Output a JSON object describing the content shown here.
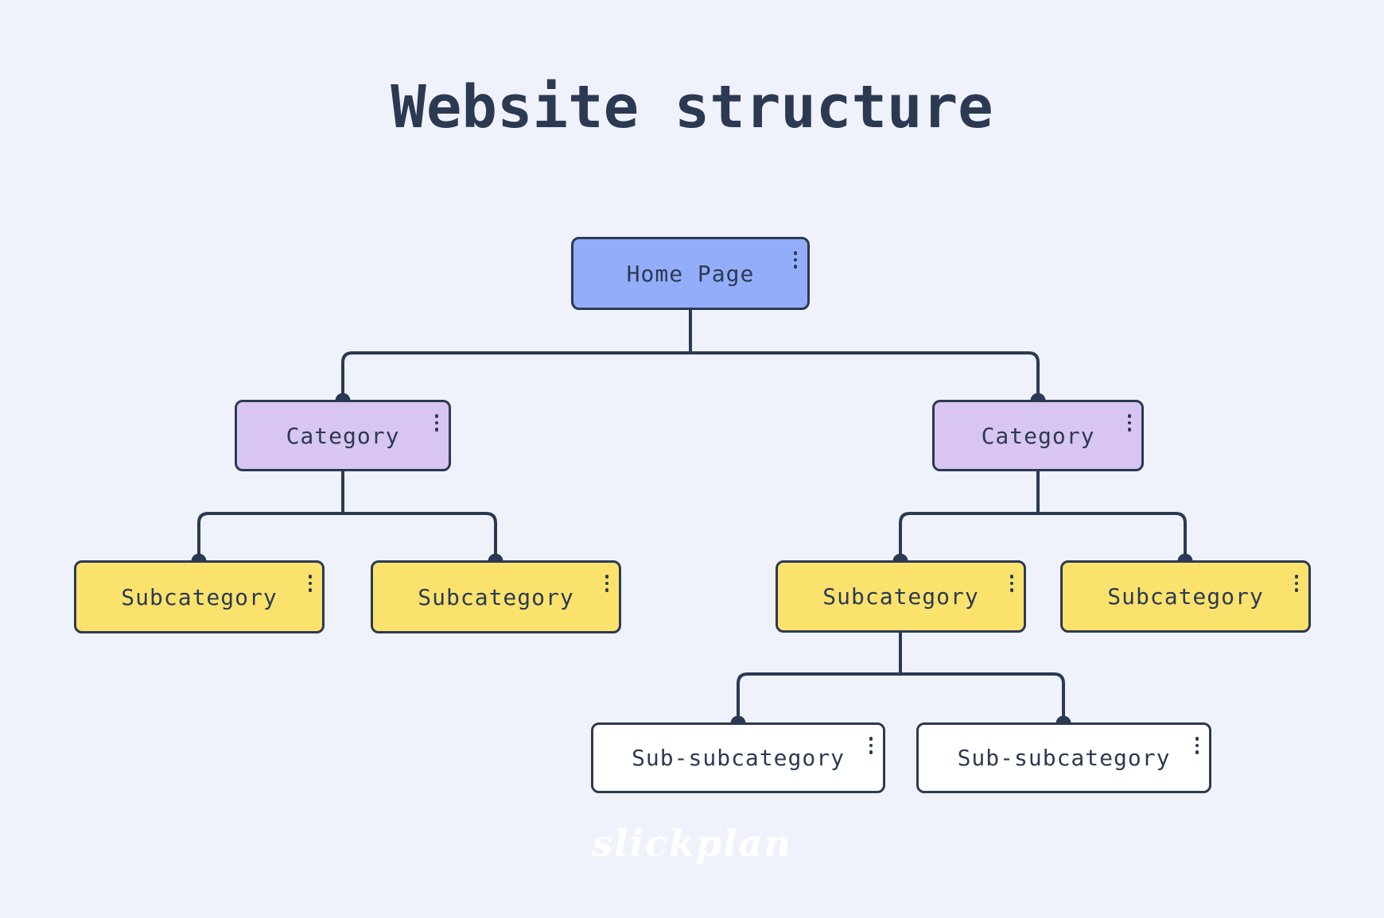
{
  "title": "Website structure",
  "watermark": "slickplan",
  "colors": {
    "background": "#eff2fa",
    "ink": "#2b3a52",
    "home_fill": "#94adfa",
    "category_fill": "#d9c5f1",
    "subcategory_fill": "#fbe26d",
    "subsubcategory_fill": "#ffffff"
  },
  "nodes": {
    "home": {
      "label": "Home Page"
    },
    "category_left": {
      "label": "Category"
    },
    "category_right": {
      "label": "Category"
    },
    "subcategory_1": {
      "label": "Subcategory"
    },
    "subcategory_2": {
      "label": "Subcategory"
    },
    "subcategory_3": {
      "label": "Subcategory"
    },
    "subcategory_4": {
      "label": "Subcategory"
    },
    "subsubcategory_1": {
      "label": "Sub-subcategory"
    },
    "subsubcategory_2": {
      "label": "Sub-subcategory"
    }
  }
}
